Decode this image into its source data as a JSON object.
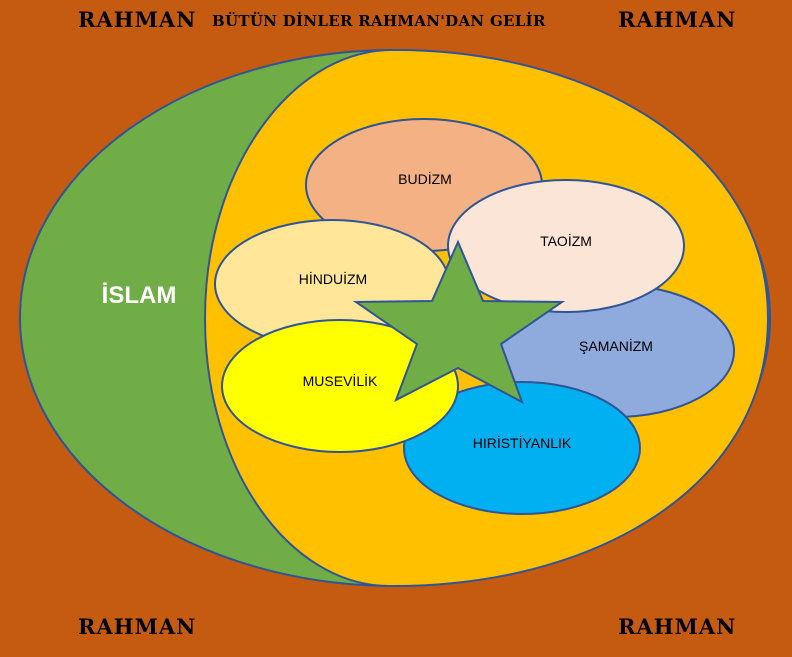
{
  "corners": {
    "top_left": "RAHMAN",
    "top_right": "RAHMAN",
    "bottom_left": "RAHMAN",
    "bottom_right": "RAHMAN"
  },
  "headline": "BÜTÜN DİNLER RAHMAN'DAN GELİR",
  "crescent_label": "İSLAM",
  "religions": {
    "budizm": "BUDİZM",
    "taoizm": "TAOİZM",
    "hinduizm": "HİNDUİZM",
    "samanizm": "ŞAMANİZM",
    "musevilik": "MUSEVİLİK",
    "hiristiyanlik": "HIRİSTİYANLIK"
  },
  "colors": {
    "background": "#c55a11",
    "crescent": "#70ad47",
    "disk": "#ffc000",
    "budizm": "#f4b183",
    "taoizm": "#fbe5d6",
    "hinduizm": "#ffe699",
    "samanizm": "#8faadc",
    "musevilik": "#ffff00",
    "hiristiyanlik": "#00b0f0",
    "star": "#70ad47",
    "outline": "#2f5597"
  }
}
